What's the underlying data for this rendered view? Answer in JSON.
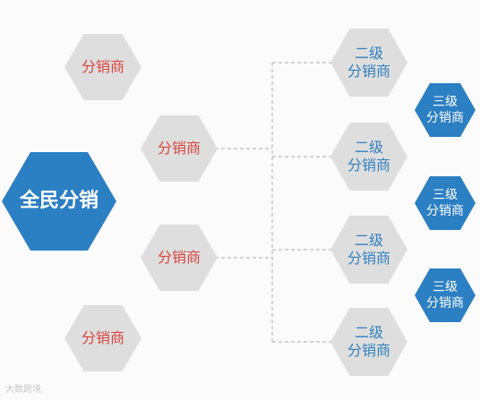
{
  "root": {
    "label": "全民分销"
  },
  "level1": [
    {
      "label": "分销商"
    },
    {
      "label": "分销商"
    },
    {
      "label": "分销商"
    },
    {
      "label": "分销商"
    }
  ],
  "level2": [
    {
      "line1": "二级",
      "line2": "分销商"
    },
    {
      "line1": "二级",
      "line2": "分销商"
    },
    {
      "line1": "二级",
      "line2": "分销商"
    },
    {
      "line1": "二级",
      "line2": "分销商"
    }
  ],
  "level3": [
    {
      "line1": "三级",
      "line2": "分销商"
    },
    {
      "line1": "三级",
      "line2": "分销商"
    },
    {
      "line1": "三级",
      "line2": "分销商"
    }
  ],
  "watermark": "大数跨境",
  "colors": {
    "primary_blue": "#2b7fc3",
    "hex_gray": "#dedede",
    "red_text": "#d9443d",
    "blue_text": "#2f7fbf",
    "connector": "#bbbbbb"
  }
}
